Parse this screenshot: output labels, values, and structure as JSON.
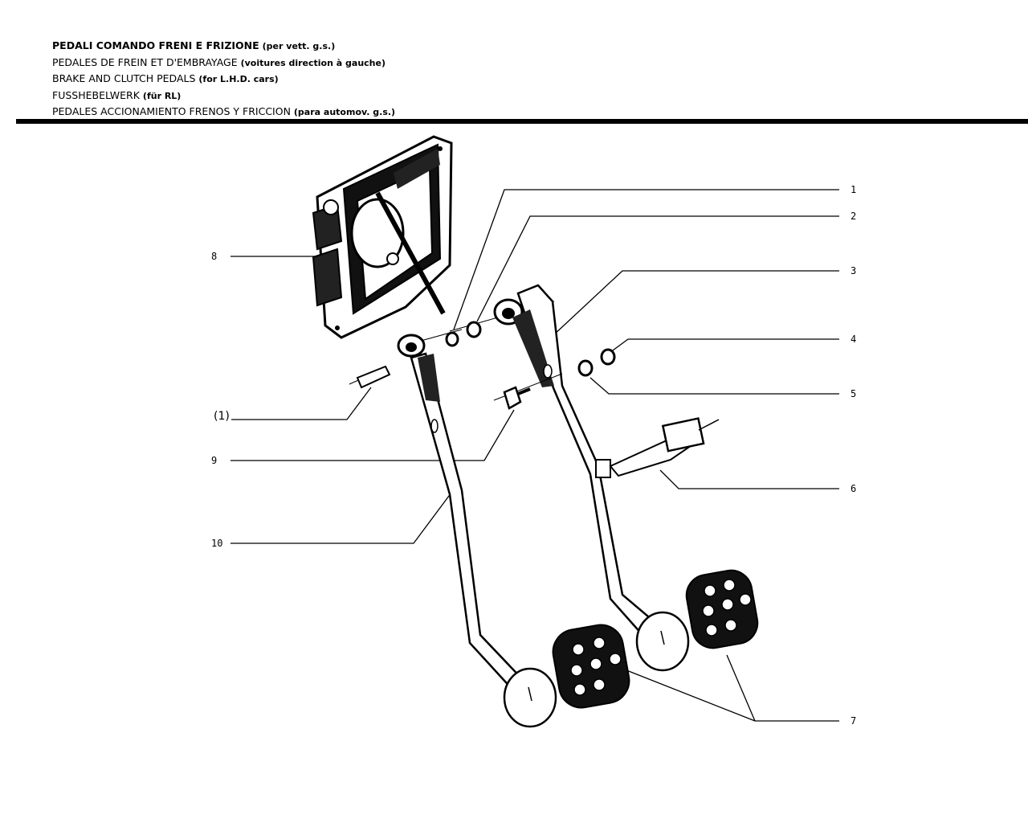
{
  "header": {
    "lines": [
      {
        "main": "PEDALI COMANDO FRENI E FRIZIONE",
        "paren": "(per vett. g.s.)"
      },
      {
        "main": "PEDALES DE FREIN ET D'EMBRAYAGE",
        "paren": "(voitures direction à gauche)"
      },
      {
        "main": "BRAKE AND CLUTCH PEDALS",
        "paren": "(for L.H.D. cars)"
      },
      {
        "main": "FUSSHEBELWERK",
        "paren": "(für RL)"
      },
      {
        "main": "PEDALES ACCIONAMIENTO FRENOS Y FRICCION",
        "paren": "(para automov. g.s.)"
      }
    ]
  },
  "callouts": {
    "c1": "1",
    "c2": "2",
    "c3": "3",
    "c4": "4",
    "c5": "5",
    "c6": "6",
    "c7": "7",
    "c8": "8",
    "c9": "9",
    "c10": "10",
    "c_paren1": "(1)"
  },
  "colors": {
    "ink": "#000000",
    "paper": "#ffffff",
    "shade": "#1a1a1a"
  }
}
